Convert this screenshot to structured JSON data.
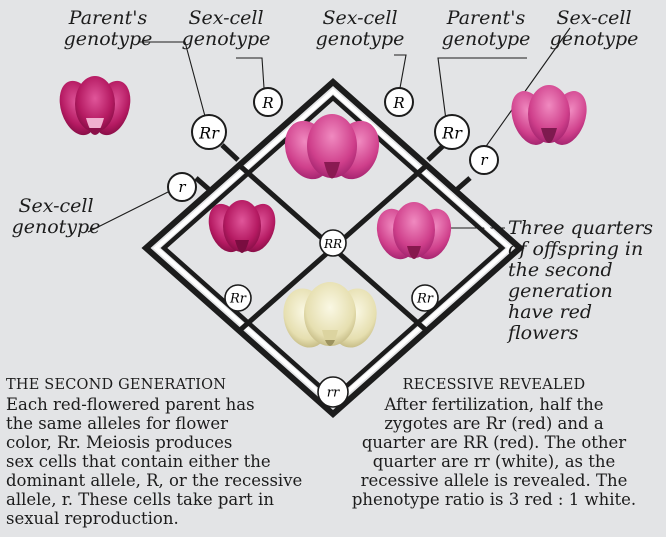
{
  "labels": {
    "parent_left": "Parent's\ngenotype",
    "sex_cell_top_left": "Sex-cell\ngenotype",
    "sex_cell_top_mid": "Sex-cell\ngenotype",
    "parent_right": "Parent's\ngenotype",
    "sex_cell_top_right": "Sex-cell\ngenotype",
    "sex_cell_left": "Sex-cell\ngenotype",
    "three_quarters": "Three quarters\nof offspring in\nthe second\ngeneration\nhave red\nflowers"
  },
  "circles": {
    "rr_left_parent": "Rr",
    "r_left_sex": "r",
    "R_left_sex": "R",
    "R_right_sex": "R",
    "rr_right_parent": "Rr",
    "r_right_sex": "r",
    "cell_top": "RR",
    "cell_left": "Rr",
    "cell_right": "Rr",
    "cell_bottom": "rr"
  },
  "left_text": {
    "heading": "THE SECOND GENERATION",
    "body": "Each red-flowered parent has\nthe same alleles for flower\ncolor, Rr. Meiosis produces\nsex cells that contain either the\ndominant allele, R, or the recessive\nallele, r. These cells take part in\nsexual reproduction."
  },
  "right_text": {
    "heading": "RECESSIVE REVEALED",
    "body": "After fertilization, half the\nzygotes are Rr (red) and a\nquarter are RR (red). The other\nquarter are rr (white), as the\nrecessive allele is revealed. The\nphenotype ratio is 3 red : 1 white."
  },
  "colors": {
    "background": "#e3e4e6",
    "red_flower": "#b0185e",
    "red_flower_light": "#d84a8c",
    "white_flower": "#ece8c4",
    "white_flower_shade": "#c9c28a"
  }
}
